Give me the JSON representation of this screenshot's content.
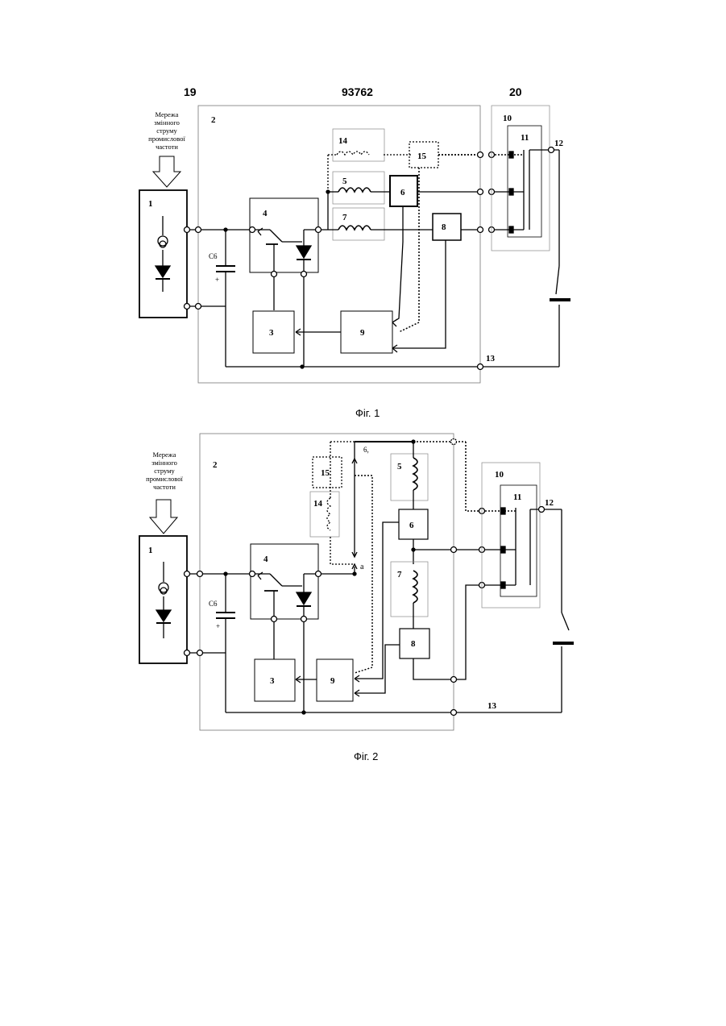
{
  "header": {
    "left": "19",
    "center": "93762",
    "right": "20"
  },
  "fig1": {
    "caption": "Фіг. 1",
    "mains_label": [
      "Мережа",
      "змінного",
      "струму",
      "промислової",
      "частоти"
    ],
    "labels": {
      "b1": "1",
      "b2": "2",
      "b3": "3",
      "b4": "4",
      "b5": "5",
      "b6": "6",
      "b7": "7",
      "b8": "8",
      "b9": "9",
      "b10": "10",
      "b11": "11",
      "b12": "12",
      "b13": "13",
      "b14": "14",
      "b15": "15",
      "cap": "C6",
      "plus": "+"
    }
  },
  "fig2": {
    "caption": "Фіг. 2",
    "mains_label": [
      "Мережа",
      "змінного",
      "струму",
      "промислової",
      "частоти"
    ],
    "labels": {
      "b1": "1",
      "b2": "2",
      "b3": "3",
      "b4": "4",
      "b5": "5",
      "b6": "6",
      "b6b": "6,",
      "b7": "7",
      "b8": "8",
      "b9": "9",
      "b10": "10",
      "b11": "11",
      "b12": "12",
      "b13": "13",
      "b14": "14",
      "b15": "15",
      "cap": "C6",
      "plus": "+",
      "a": "a"
    }
  }
}
